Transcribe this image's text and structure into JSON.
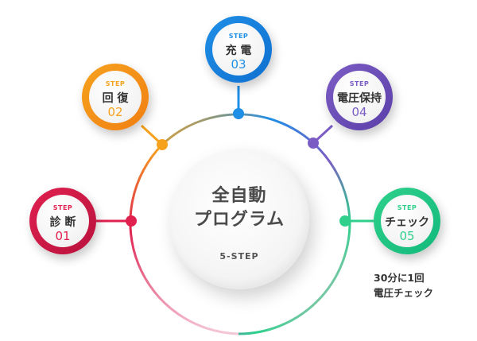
{
  "center": {
    "title": "全自動\nプログラム",
    "subtitle": "5-STEP"
  },
  "steps": [
    {
      "label": "STEP",
      "name": "診 断",
      "number": "01",
      "color": "#e0204f",
      "color2": "#b8123c"
    },
    {
      "label": "STEP",
      "name": "回 復",
      "number": "02",
      "color": "#f6a21e",
      "color2": "#f07f12"
    },
    {
      "label": "STEP",
      "name": "充 電",
      "number": "03",
      "color": "#1f8fe6",
      "color2": "#0f6fd0"
    },
    {
      "label": "STEP",
      "name": "電圧保持",
      "number": "04",
      "color": "#7b5cc4",
      "color2": "#5b3fa8"
    },
    {
      "label": "STEP",
      "name": "チェック",
      "number": "05",
      "color": "#2fd08c",
      "color2": "#12b97a"
    }
  ],
  "note": "30分に1回\n電圧チェック"
}
